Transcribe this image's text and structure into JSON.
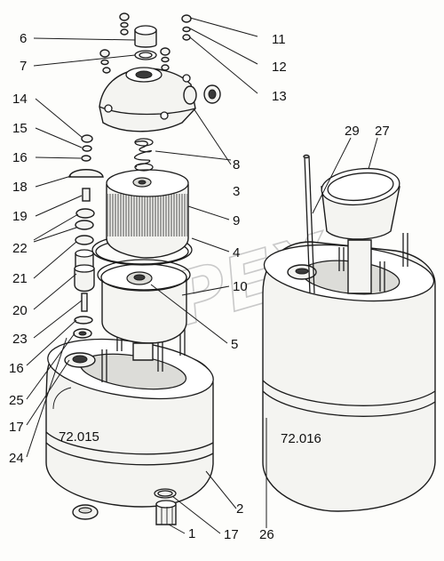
{
  "watermark": "OPEX",
  "model_labels": {
    "left_unit": "72.015",
    "right_unit": "72.016"
  },
  "callouts": [
    {
      "id": "1",
      "text": "1"
    },
    {
      "id": "2",
      "text": "2"
    },
    {
      "id": "3",
      "text": "3"
    },
    {
      "id": "4",
      "text": "4"
    },
    {
      "id": "5",
      "text": "5"
    },
    {
      "id": "6",
      "text": "6"
    },
    {
      "id": "7",
      "text": "7"
    },
    {
      "id": "8",
      "text": "8"
    },
    {
      "id": "9",
      "text": "9"
    },
    {
      "id": "10",
      "text": "10"
    },
    {
      "id": "11",
      "text": "11"
    },
    {
      "id": "12",
      "text": "12"
    },
    {
      "id": "13",
      "text": "13"
    },
    {
      "id": "14",
      "text": "14"
    },
    {
      "id": "15",
      "text": "15"
    },
    {
      "id": "16a",
      "text": "16"
    },
    {
      "id": "16b",
      "text": "16"
    },
    {
      "id": "17a",
      "text": "17"
    },
    {
      "id": "17b",
      "text": "17"
    },
    {
      "id": "18",
      "text": "18"
    },
    {
      "id": "19",
      "text": "19"
    },
    {
      "id": "20",
      "text": "20"
    },
    {
      "id": "21",
      "text": "21"
    },
    {
      "id": "22",
      "text": "22"
    },
    {
      "id": "23",
      "text": "23"
    },
    {
      "id": "24",
      "text": "24"
    },
    {
      "id": "25",
      "text": "25"
    },
    {
      "id": "26",
      "text": "26"
    },
    {
      "id": "27",
      "text": "27"
    },
    {
      "id": "29",
      "text": "29"
    }
  ]
}
